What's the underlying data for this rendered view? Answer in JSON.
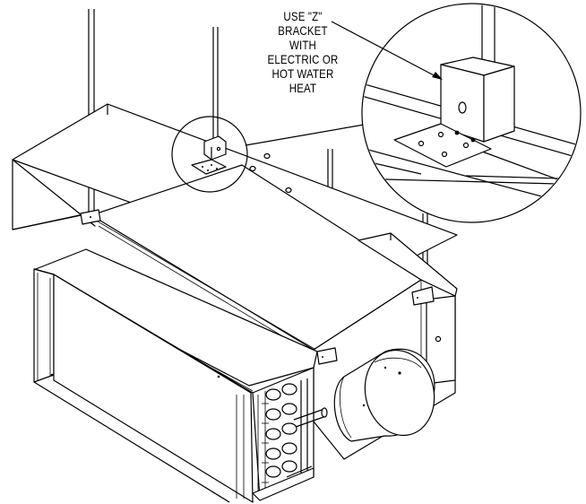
{
  "callout": {
    "lines": [
      "USE \"Z\"",
      "BRACKET",
      "WITH",
      "ELECTRIC OR",
      "HOT WATER",
      "HEAT"
    ]
  },
  "colors": {
    "line": "#000000",
    "background": "#ffffff"
  }
}
